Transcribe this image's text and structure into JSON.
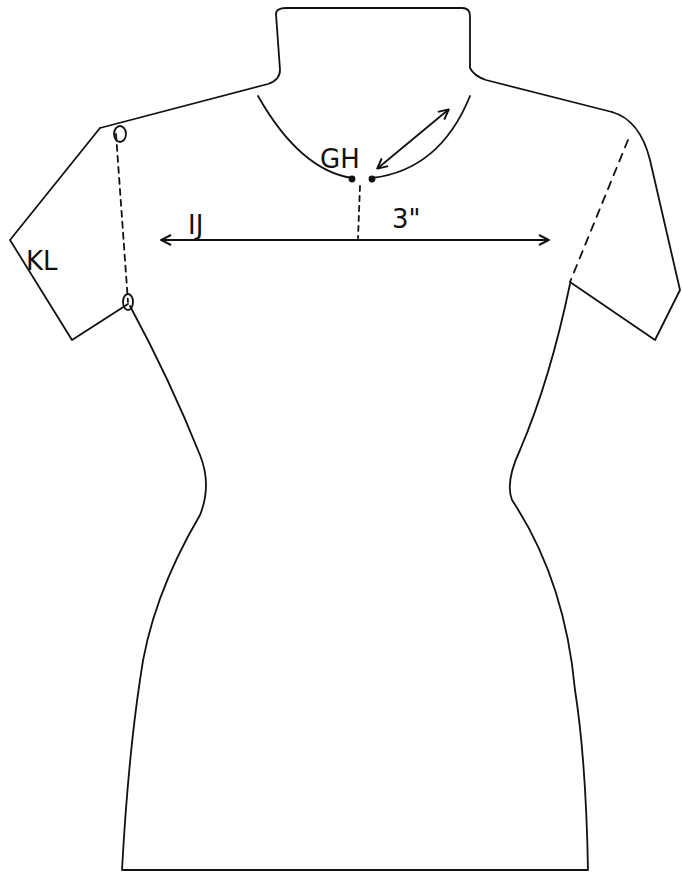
{
  "diagram": {
    "labels": [
      "GH",
      "IJ",
      "KL",
      "3\""
    ]
  }
}
